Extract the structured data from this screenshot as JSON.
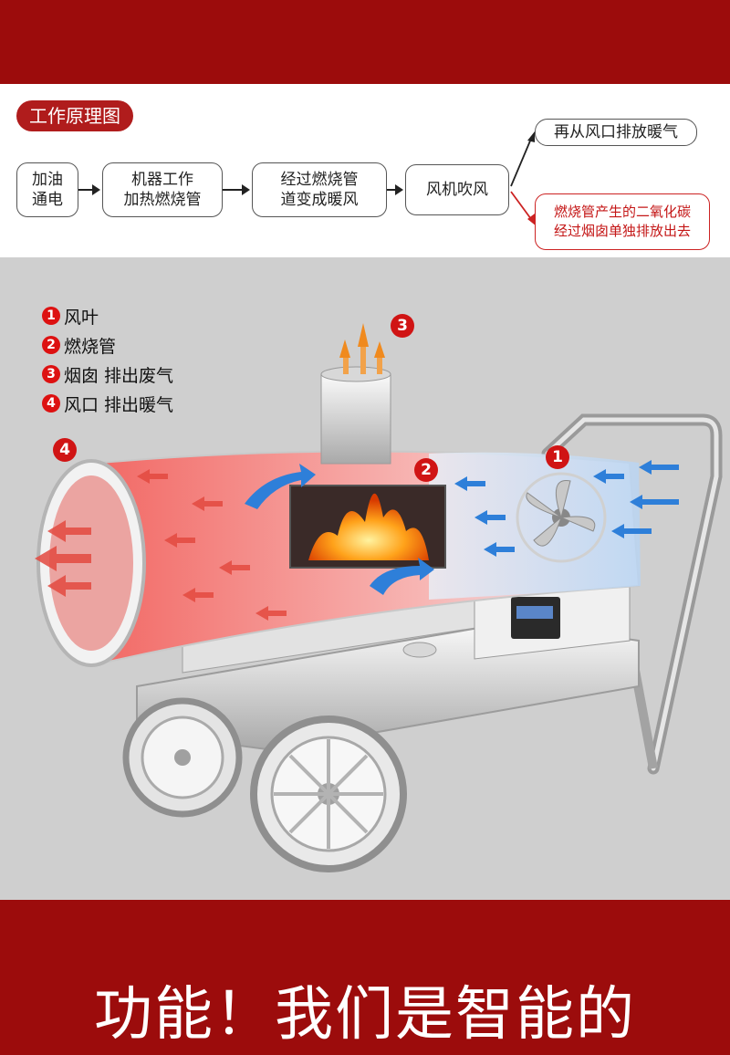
{
  "top_banner": {
    "text": ""
  },
  "flow": {
    "title": "工作原理图",
    "steps": [
      "加油\n通电",
      "机器工作\n加热燃烧管",
      "经过燃烧管\n道变成暖风",
      "风机吹风"
    ],
    "result_top": "再从风口排放暖气",
    "result_bottom": "燃烧管产生的二氧化碳\n经过烟囱单独排放出去"
  },
  "legend": [
    {
      "num": "1",
      "label": "风叶"
    },
    {
      "num": "2",
      "label": "燃烧管"
    },
    {
      "num": "3",
      "label": "烟囱 排出废气"
    },
    {
      "num": "4",
      "label": "风口 排出暖气"
    }
  ],
  "callouts": [
    "1",
    "2",
    "3",
    "4"
  ],
  "colors": {
    "banner": "#9c0c0c",
    "badge": "#b01c1c",
    "warm": "#e8463c",
    "cool": "#2e7fd9",
    "flame": "#ff8a00"
  },
  "bottom_banner": {
    "title": "功能！我们是智能的"
  }
}
